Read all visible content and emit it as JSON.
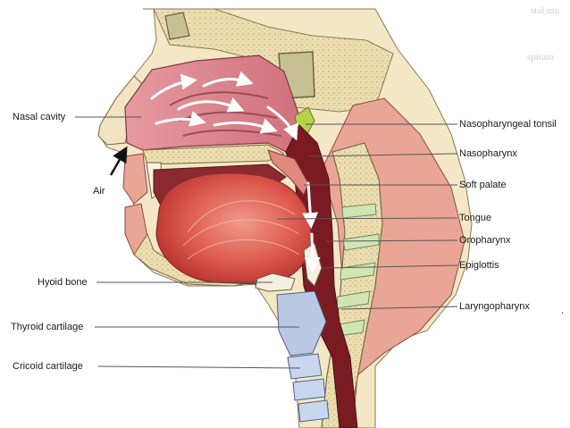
{
  "diagram": {
    "labels_left": {
      "nasal_cavity": "Nasal cavity",
      "air": "Air",
      "hyoid_bone": "Hyoid bone",
      "thyroid_cartilage": "Thyroid cartilage",
      "cricoid_cartilage": "Cricoid cartilage"
    },
    "labels_right": {
      "nasopharyngeal_tonsil": "Nasopharyngeal tonsil",
      "nasopharynx": "Nasopharynx",
      "soft_palate": "Soft palate",
      "tongue": "Tongue",
      "oropharynx": "Oropharynx",
      "epiglottis": "Epiglottis",
      "laryngopharynx": "Laryngopharynx"
    },
    "stray_mark": ".",
    "faded_background_text": [
      "stal mu",
      "spirato"
    ],
    "colors": {
      "tissue_pink": "#e9a596",
      "nasal_cavity": "#d8828a",
      "tongue_red": "#d6443e",
      "pharynx_dark": "#7a1b22",
      "bone_cream": "#ecdeb0",
      "cartilage_blue": "#b9c9e4",
      "tonsil_green": "#b7cf4a",
      "disc_green": "#cfe6b4",
      "line_gray": "#555555"
    }
  }
}
